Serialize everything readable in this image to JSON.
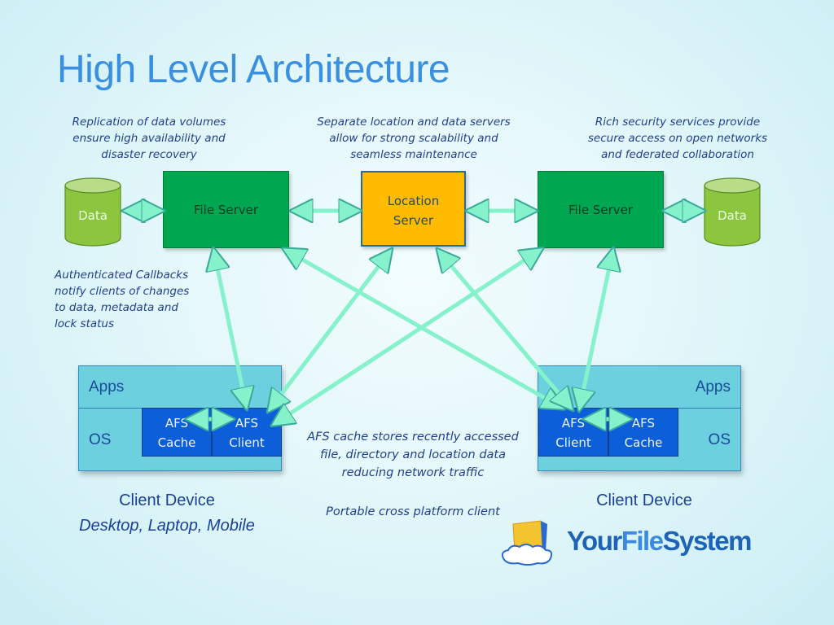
{
  "title": "High Level Architecture",
  "notes": {
    "replication": "Replication of data volumes ensure high availability and disaster recovery",
    "separate": "Separate location and data servers allow for strong scalability and seamless maintenance",
    "security": "Rich security services provide secure access on open networks and federated collaboration",
    "callbacks": "Authenticated Callbacks notify clients of changes to data, metadata and lock status",
    "cache": "AFS cache stores recently accessed file, directory and location data reducing network traffic",
    "portable": "Portable cross platform client"
  },
  "nodes": {
    "data_left": "Data",
    "file_server_left": "File Server",
    "location_server_line1": "Location",
    "location_server_line2": "Server",
    "file_server_right": "File Server",
    "data_right": "Data"
  },
  "client_left": {
    "apps": "Apps",
    "os": "OS",
    "cache_line1": "AFS",
    "cache_line2": "Cache",
    "client_line1": "AFS",
    "client_line2": "Client",
    "caption": "Client Device",
    "subcaption": "Desktop, Laptop, Mobile"
  },
  "client_right": {
    "apps": "Apps",
    "os": "OS",
    "cache_line1": "AFS",
    "cache_line2": "Cache",
    "client_line1": "AFS",
    "client_line2": "Client",
    "caption": "Client Device"
  },
  "logo": {
    "text_your": "Your",
    "text_file": "File",
    "text_system": "System",
    "icon": "folder-cloud-icon"
  },
  "colors": {
    "title": "#3b8fe0",
    "file_server": "#00a650",
    "location_server": "#ffbb00",
    "data_store": "#8cc63f",
    "device": "#6cd0de",
    "afs_block": "#0c5fd9",
    "arrow": "#7ff0c8"
  }
}
